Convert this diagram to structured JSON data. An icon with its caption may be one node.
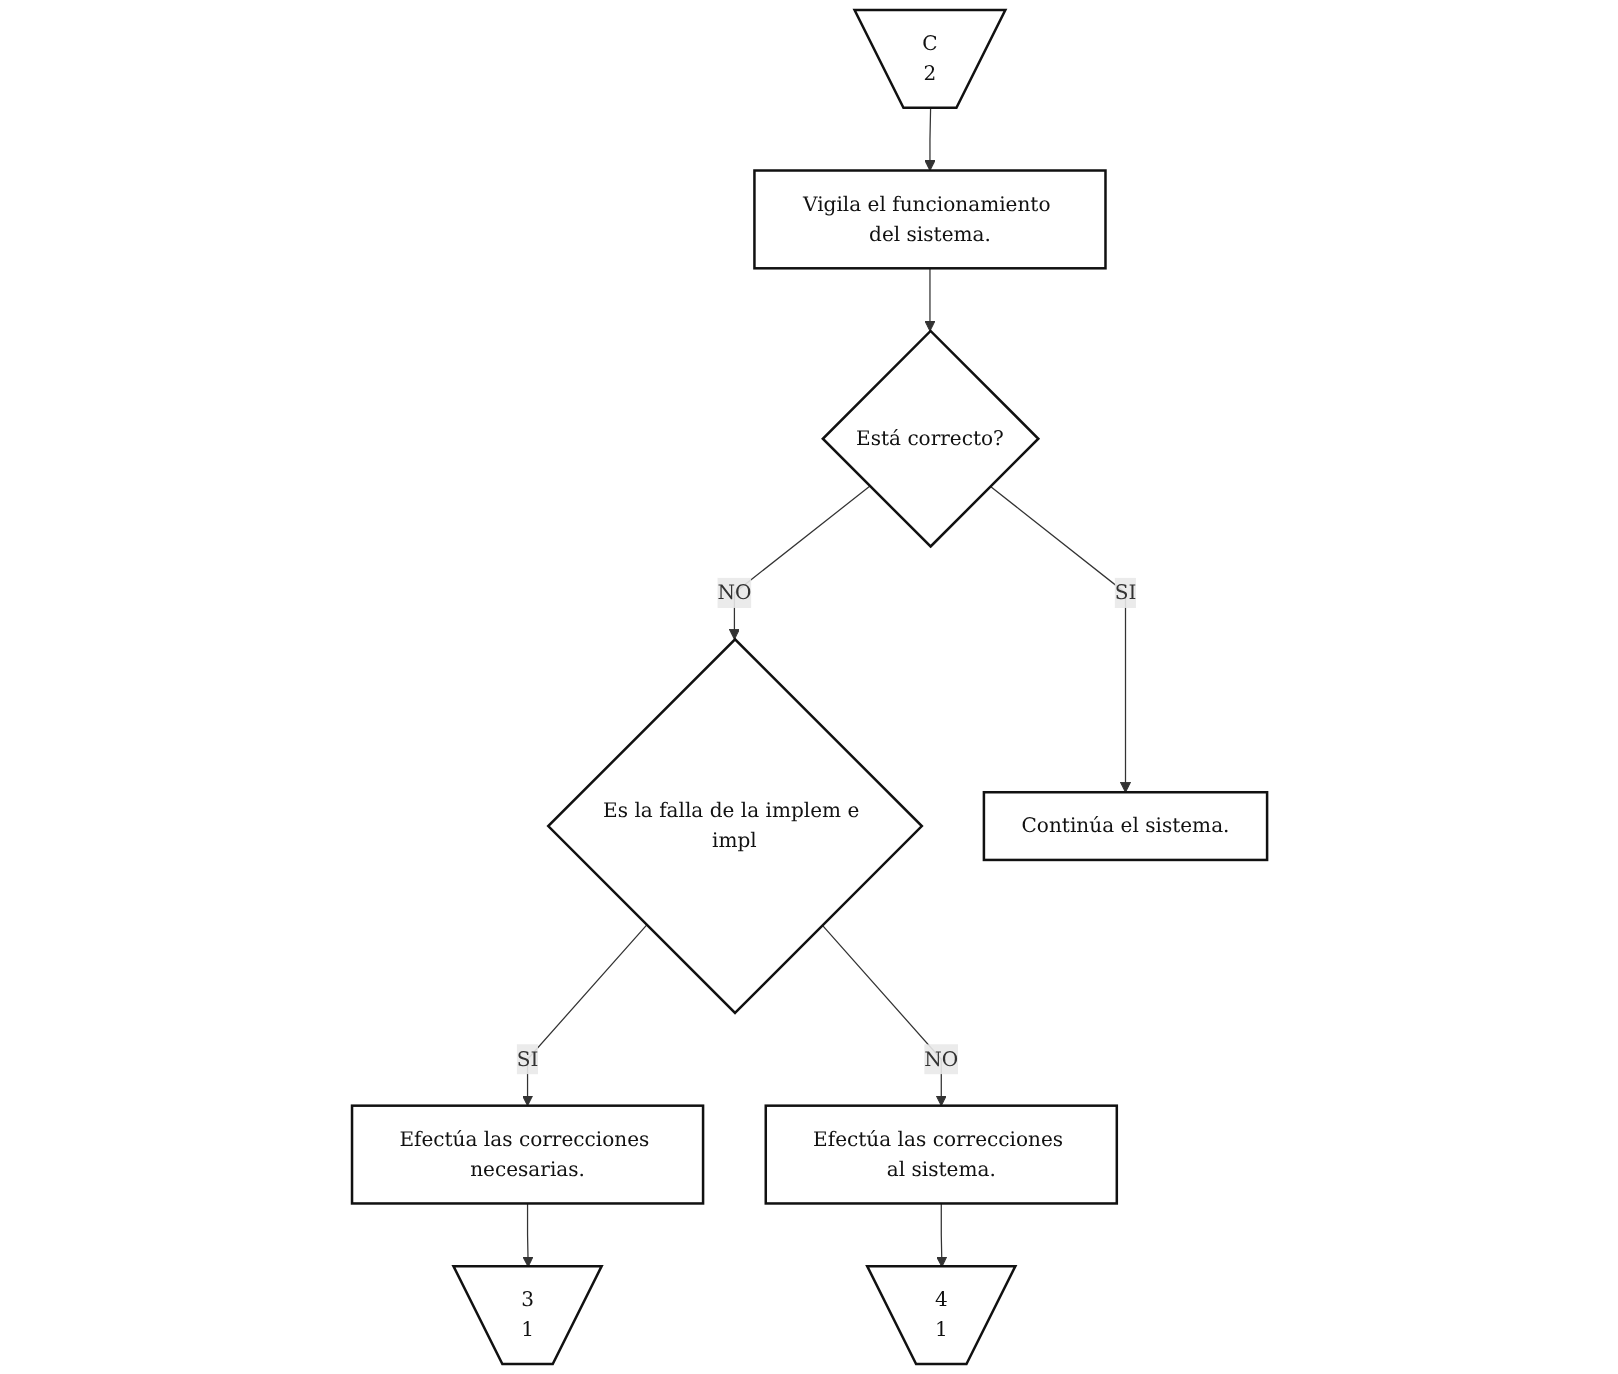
{
  "diagram": {
    "nodes": [
      {
        "text": [
          "C",
          "2"
        ]
      },
      {
        "text": [
          "Vigila el funcionamiento del sistema."
        ]
      },
      {
        "text": [
          "Está correcto?"
        ]
      },
      {
        "text": [
          "Es la falla de la implem e impl"
        ]
      },
      {
        "text": [
          "Efectúa las correcciones necesarias."
        ]
      },
      {
        "text": [
          "3",
          "1"
        ]
      },
      {
        "text": [
          "Efectúa las correcciones al sistema."
        ]
      },
      {
        "text": [
          "4",
          "1"
        ]
      },
      {
        "text": [
          "Continúa el sistema."
        ]
      }
    ],
    "edges": [
      {
        "from": 0,
        "to": 1,
        "arrow": "to"
      },
      {
        "from": 1,
        "to": 2,
        "arrow": "to"
      },
      {
        "from": 2,
        "to": 3,
        "label": "NO",
        "arrow": "to"
      },
      {
        "from": 3,
        "to": 4,
        "label": "SI",
        "arrow": "to"
      },
      {
        "from": 3,
        "to": 6,
        "label": "NO",
        "arrow": "to"
      },
      {
        "from": 4,
        "to": 5,
        "arrow": "to"
      },
      {
        "from": 6,
        "to": 7,
        "arrow": "to"
      },
      {
        "from": 2,
        "to": 8,
        "label": "SI",
        "arrow": "to"
      }
    ]
  }
}
